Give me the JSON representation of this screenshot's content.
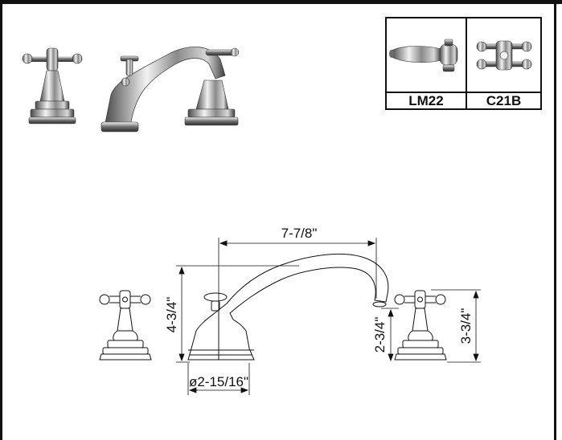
{
  "options": {
    "lever_code": "LM22",
    "cross_code": "C21B"
  },
  "dimensions": {
    "spread": "7-7/8\"",
    "overall_height": "4-3/4\"",
    "spout_height": "2-3/4\"",
    "handle_height": "3-3/4\"",
    "base_diameter": "ø2-15/16\""
  },
  "colors": {
    "line": "#111111",
    "chrome_dark": "#5a5a5a",
    "chrome_light": "#e8e8e8"
  }
}
